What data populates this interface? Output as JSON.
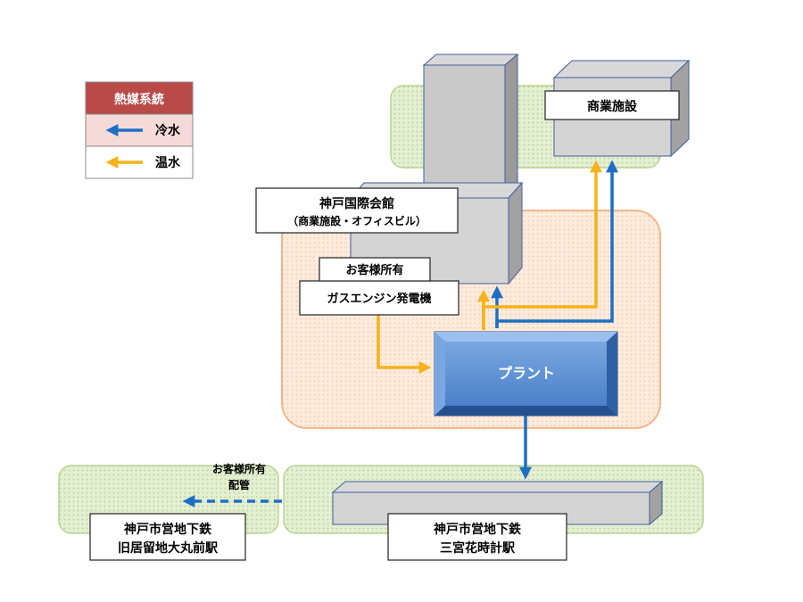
{
  "legend": {
    "title": "熱媒系統",
    "items": [
      {
        "label": "冷水",
        "color": "#1e6fc4"
      },
      {
        "label": "温水",
        "color": "#f5b21a"
      }
    ]
  },
  "buildings": {
    "commercial": "商業施設",
    "kobe_hall_name": "神戸国際会館",
    "kobe_hall_sub": "（商業施設・オフィスビル）",
    "owner_label": "お客様所有",
    "generator": "ガスエンジン発電機",
    "plant": "プラント",
    "pipe_owner": "お客様所有",
    "pipe_label": "配管",
    "station_left_line1": "神戸市営地下鉄",
    "station_left_line2": "旧居留地大丸前駅",
    "station_right_line1": "神戸市営地下鉄",
    "station_right_line2": "三宮花時計駅"
  },
  "colors": {
    "cold_water": "#1e6fc4",
    "hot_water": "#f5b21a",
    "plant_fill": "#5b8fd4",
    "legend_header": "#b84a48",
    "green_zone": "#cfe3b0",
    "orange_zone": "#fbe3d0"
  }
}
